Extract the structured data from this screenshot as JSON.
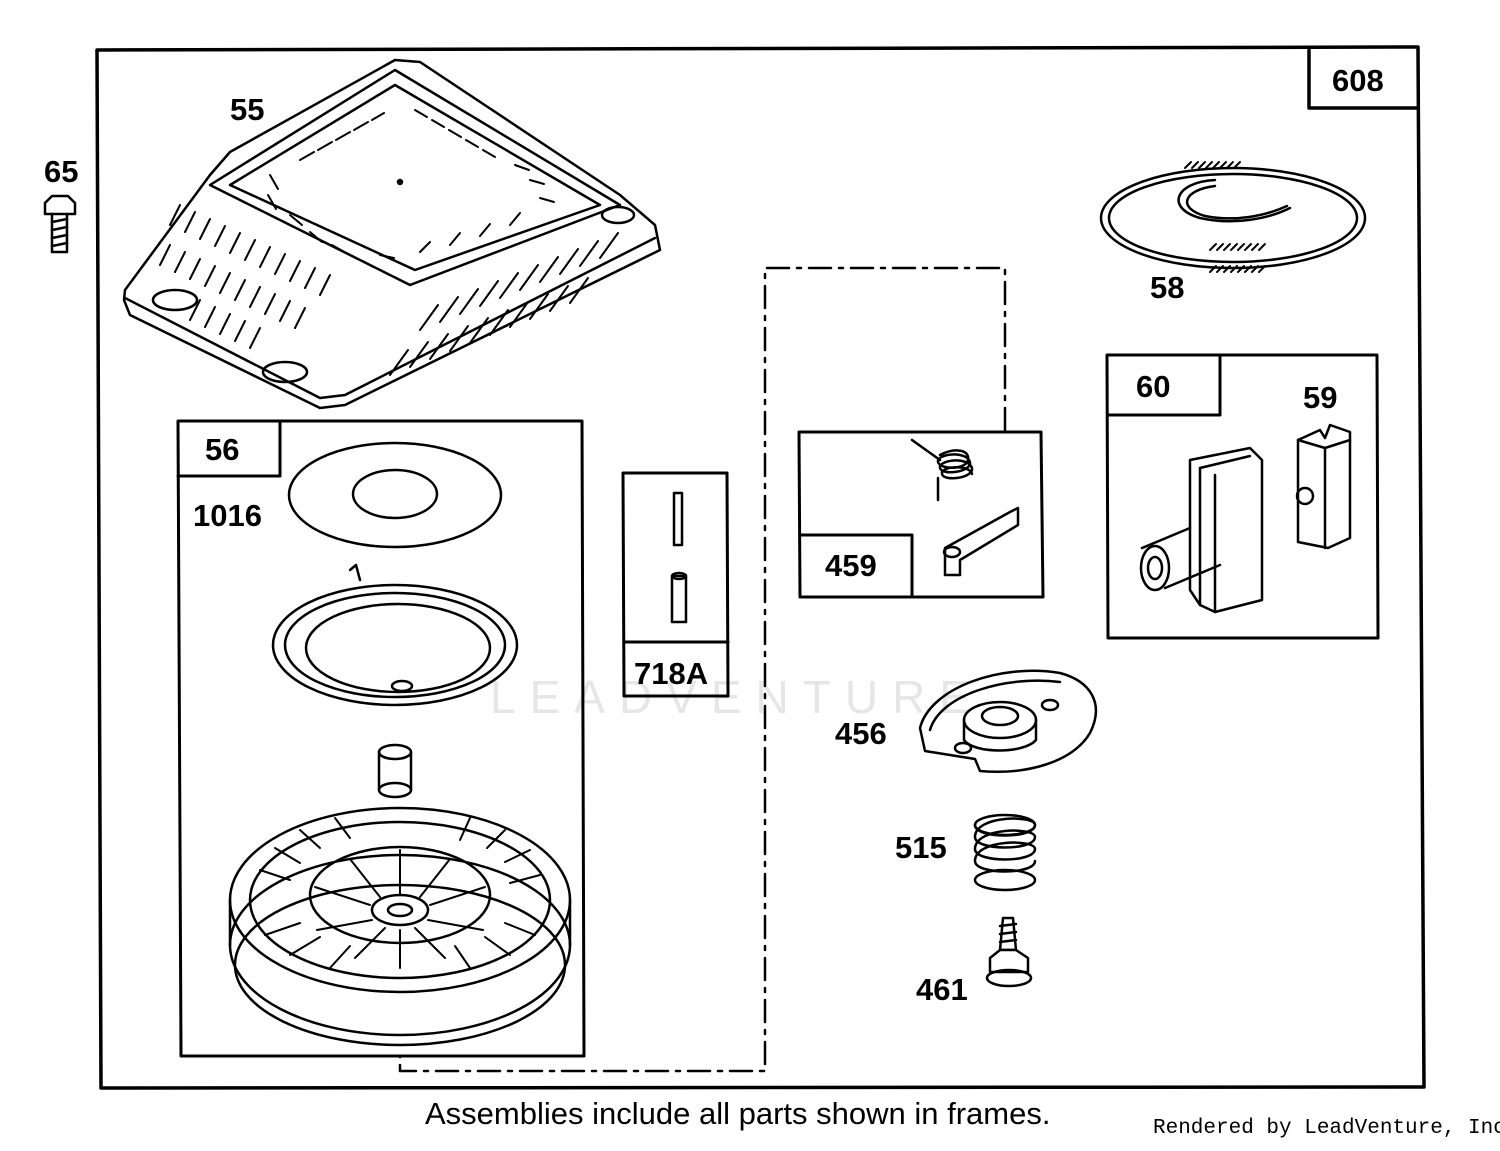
{
  "diagram": {
    "assembly_number": "608",
    "parts": {
      "p55": "55",
      "p65": "65",
      "p56": "56",
      "p1016": "1016",
      "p718a": "718A",
      "p459": "459",
      "p58": "58",
      "p60": "60",
      "p59": "59",
      "p456": "456",
      "p515": "515",
      "p461": "461"
    }
  },
  "footer": {
    "note": "Assemblies include all parts shown in frames.",
    "credit": "Rendered by LeadVenture, Inc."
  },
  "watermark": {
    "text": "LEADVENTURE"
  }
}
